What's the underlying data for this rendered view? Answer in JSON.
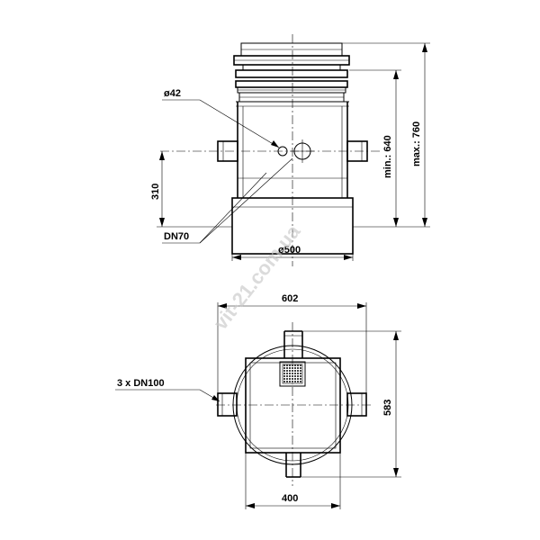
{
  "side_view": {
    "hole_label": "ø42",
    "height_310_label": "310",
    "pipe_label": "DN70",
    "diameter_label": "ø500",
    "min_label": "min.: 640",
    "max_label": "max.: 760"
  },
  "top_view": {
    "width_label": "602",
    "inlets_label": "3 x DN100",
    "depth_label": "583",
    "base_label": "400"
  },
  "watermark": "vit-21.com.ua"
}
